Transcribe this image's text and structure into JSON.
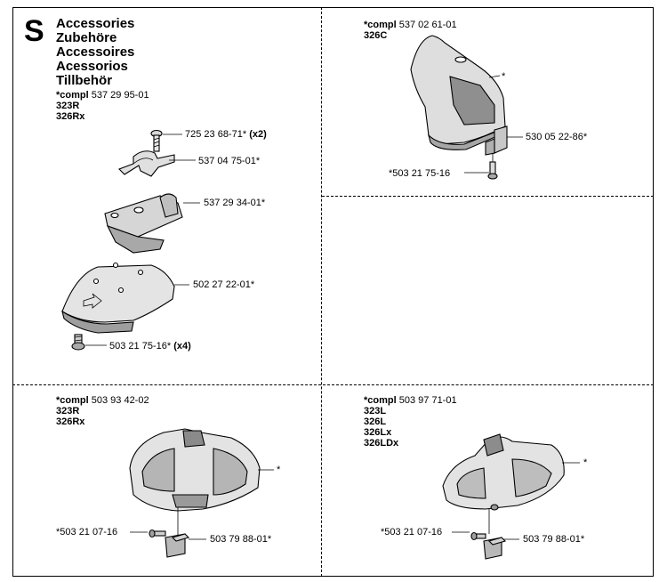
{
  "section": {
    "letter": "S",
    "titles": [
      "Accessories",
      "Zubehöre",
      "Accessoires",
      "Acessorios",
      "Tillbehör"
    ]
  },
  "panels": [
    {
      "id": "panel-1",
      "compl_prefix": "*compl",
      "compl_number": "537 29 95-01",
      "models": [
        "323R",
        "326Rx"
      ],
      "parts": [
        {
          "number": "725 23 68-71*",
          "qty": "(x2)"
        },
        {
          "number": "537 04 75-01*",
          "qty": ""
        },
        {
          "number": "537 29 34-01*",
          "qty": ""
        },
        {
          "number": "502 27 22-01*",
          "qty": ""
        },
        {
          "number": "503 21 75-16*",
          "qty": "(x4)"
        }
      ]
    },
    {
      "id": "panel-2",
      "compl_prefix": "*compl",
      "compl_number": "537 02 61-01",
      "models": [
        "326C"
      ],
      "parts": [
        {
          "number": "*",
          "qty": ""
        },
        {
          "number": "530 05 22-86*",
          "qty": ""
        },
        {
          "number": "*503 21 75-16",
          "qty": ""
        }
      ]
    },
    {
      "id": "panel-3",
      "compl_prefix": "*compl",
      "compl_number": "503 93 42-02",
      "models": [
        "323R",
        "326Rx"
      ],
      "parts": [
        {
          "number": "*",
          "qty": ""
        },
        {
          "number": "*503 21 07-16",
          "qty": ""
        },
        {
          "number": "503 79 88-01*",
          "qty": ""
        }
      ]
    },
    {
      "id": "panel-4",
      "compl_prefix": "*compl",
      "compl_number": "503 97 71-01",
      "models": [
        "323L",
        "326L",
        "326Lx",
        "326LDx"
      ],
      "parts": [
        {
          "number": "*",
          "qty": ""
        },
        {
          "number": "*503 21 07-16",
          "qty": ""
        },
        {
          "number": "503 79 88-01*",
          "qty": ""
        }
      ]
    }
  ]
}
